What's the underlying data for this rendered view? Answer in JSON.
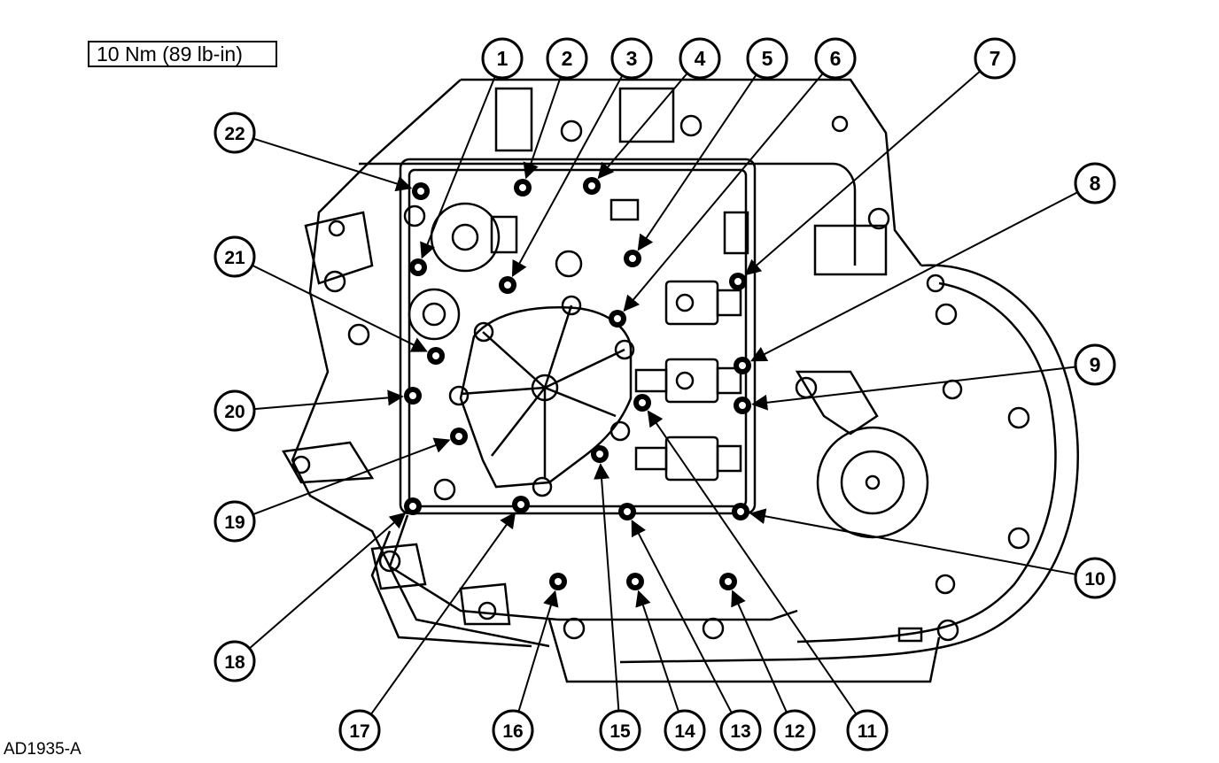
{
  "torque_label": "10 Nm (89 lb-in)",
  "figure_id": "AD1935-A",
  "colors": {
    "line": "#000000",
    "background": "#ffffff",
    "callout_fill": "#ffffff"
  },
  "callouts": [
    {
      "number": "1"
    },
    {
      "number": "2"
    },
    {
      "number": "3"
    },
    {
      "number": "4"
    },
    {
      "number": "5"
    },
    {
      "number": "6"
    },
    {
      "number": "7"
    },
    {
      "number": "8"
    },
    {
      "number": "9"
    },
    {
      "number": "10"
    },
    {
      "number": "11"
    },
    {
      "number": "12"
    },
    {
      "number": "13"
    },
    {
      "number": "14"
    },
    {
      "number": "15"
    },
    {
      "number": "16"
    },
    {
      "number": "17"
    },
    {
      "number": "18"
    },
    {
      "number": "19"
    },
    {
      "number": "20"
    },
    {
      "number": "21"
    },
    {
      "number": "22"
    }
  ]
}
